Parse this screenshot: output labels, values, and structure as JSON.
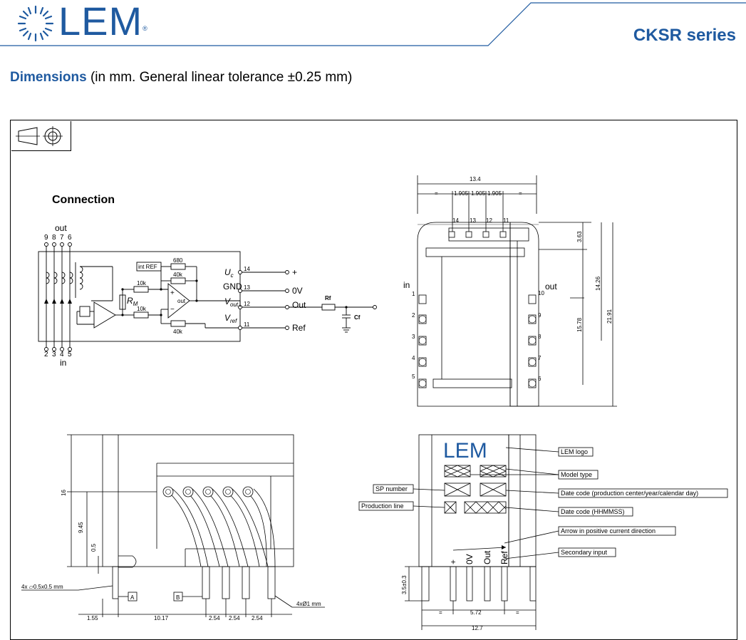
{
  "header": {
    "brand": "LEM",
    "registered": "®",
    "series": "CKSR series"
  },
  "section": {
    "title": "Dimensions",
    "subtitle": "(in mm. General linear tolerance ±0.25 mm)"
  },
  "connection": {
    "title": "Connection",
    "out_label": "out",
    "in_label": "in",
    "top_pins": [
      "9",
      "8",
      "7",
      "6"
    ],
    "bottom_pins": [
      "2",
      "3",
      "4",
      "5"
    ],
    "int_ref": "int REF",
    "r680": "680",
    "r40k_top": "40k",
    "r10k_a": "10k",
    "r10k_b": "10k",
    "r40k_bottom": "40k",
    "rm": "R",
    "rm_sub": "M",
    "opamp_out": "out",
    "opamp_plus": "+",
    "opamp_minus": "−",
    "pins": [
      {
        "sym": "U",
        "sub": "c",
        "num": "14",
        "out": "+"
      },
      {
        "sym": "GND",
        "sub": "",
        "num": "13",
        "out": "0V"
      },
      {
        "sym": "V",
        "sub": "out",
        "num": "12",
        "out": "Out"
      },
      {
        "sym": "V",
        "sub": "ref",
        "num": "11",
        "out": "Ref"
      }
    ],
    "rf": "Rf",
    "cf": "Cf"
  },
  "top_view": {
    "overall_width": "13.4",
    "pitch_a": "1.905",
    "pitch_b": "1.905",
    "pitch_c": "1.905",
    "eq": "=",
    "pin_top": [
      "14",
      "13",
      "12",
      "11"
    ],
    "in": "in",
    "out": "out",
    "left_pins": [
      "1",
      "2",
      "3",
      "4",
      "5"
    ],
    "right_pins": [
      "10",
      "9",
      "8",
      "7",
      "6"
    ],
    "dim_363": "3.63",
    "dim_1426": "14.26",
    "dim_1578": "15.78",
    "dim_2191": "21.91"
  },
  "side_view": {
    "dim_16": "16",
    "dim_945": "9.45",
    "dim_05": "0.5",
    "pin_note": "4x ▱0.5x0.5 mm",
    "ref_a": "A",
    "ref_b": "B",
    "dim_155": "1.55",
    "dim_1017": "10.17",
    "dim_254a": "2.54",
    "dim_254b": "2.54",
    "dim_254c": "2.54",
    "hole_note": "4xØ1 mm"
  },
  "front_view": {
    "logo": "LEM",
    "callouts": {
      "sp_number": "SP number",
      "production_line": "Production line",
      "lem_logo": "LEM logo",
      "model_type": "Model type",
      "date_code_1": "Date code (production center/year/calendar day)",
      "date_code_2": "Date code (HHMMSS)",
      "arrow": "Arrow in positive current direction",
      "secondary": "Secondary input"
    },
    "pin_labels": [
      "+",
      "0V",
      "Out",
      "Ref"
    ],
    "dim_35": "3.5±0.3",
    "dim_572": "5.72",
    "dim_127": "12.7",
    "eq": "="
  }
}
